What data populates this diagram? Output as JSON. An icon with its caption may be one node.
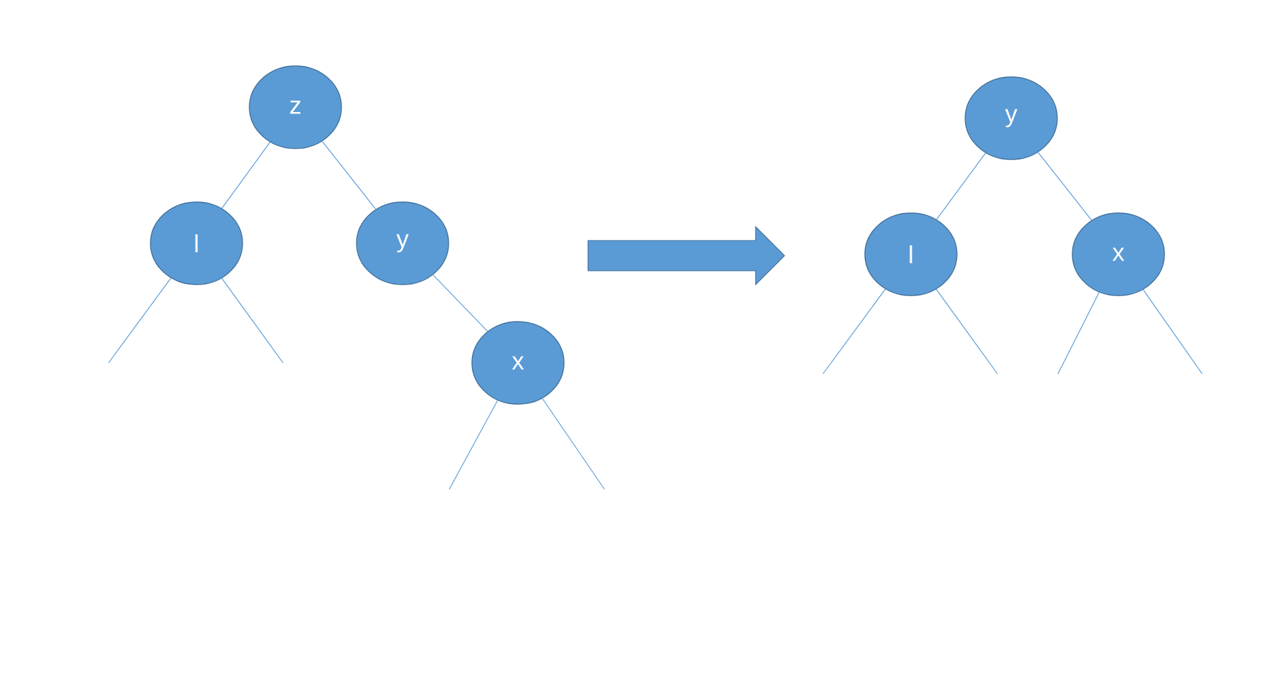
{
  "diagram": {
    "nodes": [
      {
        "text": [
          "z"
        ]
      },
      {
        "text": [
          "l"
        ]
      },
      {
        "text": [
          "y"
        ]
      },
      {
        "text": [
          "x"
        ]
      },
      {
        "text": [
          "y"
        ]
      },
      {
        "text": [
          "l"
        ]
      },
      {
        "text": [
          "x"
        ]
      }
    ],
    "edges": [
      {
        "from": 0,
        "to": 1,
        "arrow": "none"
      },
      {
        "from": 0,
        "to": 2,
        "arrow": "none"
      },
      {
        "from": 2,
        "to": 3,
        "arrow": "none"
      },
      {
        "from": 1,
        "to": null,
        "arrow": "none"
      },
      {
        "from": 1,
        "to": null,
        "arrow": "none"
      },
      {
        "from": 3,
        "to": null,
        "arrow": "none"
      },
      {
        "from": 3,
        "to": null,
        "arrow": "none"
      },
      {
        "from": 4,
        "to": 5,
        "arrow": "none"
      },
      {
        "from": 4,
        "to": 6,
        "arrow": "none"
      },
      {
        "from": 5,
        "to": null,
        "arrow": "none"
      },
      {
        "from": 5,
        "to": null,
        "arrow": "none"
      },
      {
        "from": 6,
        "to": null,
        "arrow": "none"
      },
      {
        "from": 6,
        "to": null,
        "arrow": "none"
      }
    ]
  }
}
